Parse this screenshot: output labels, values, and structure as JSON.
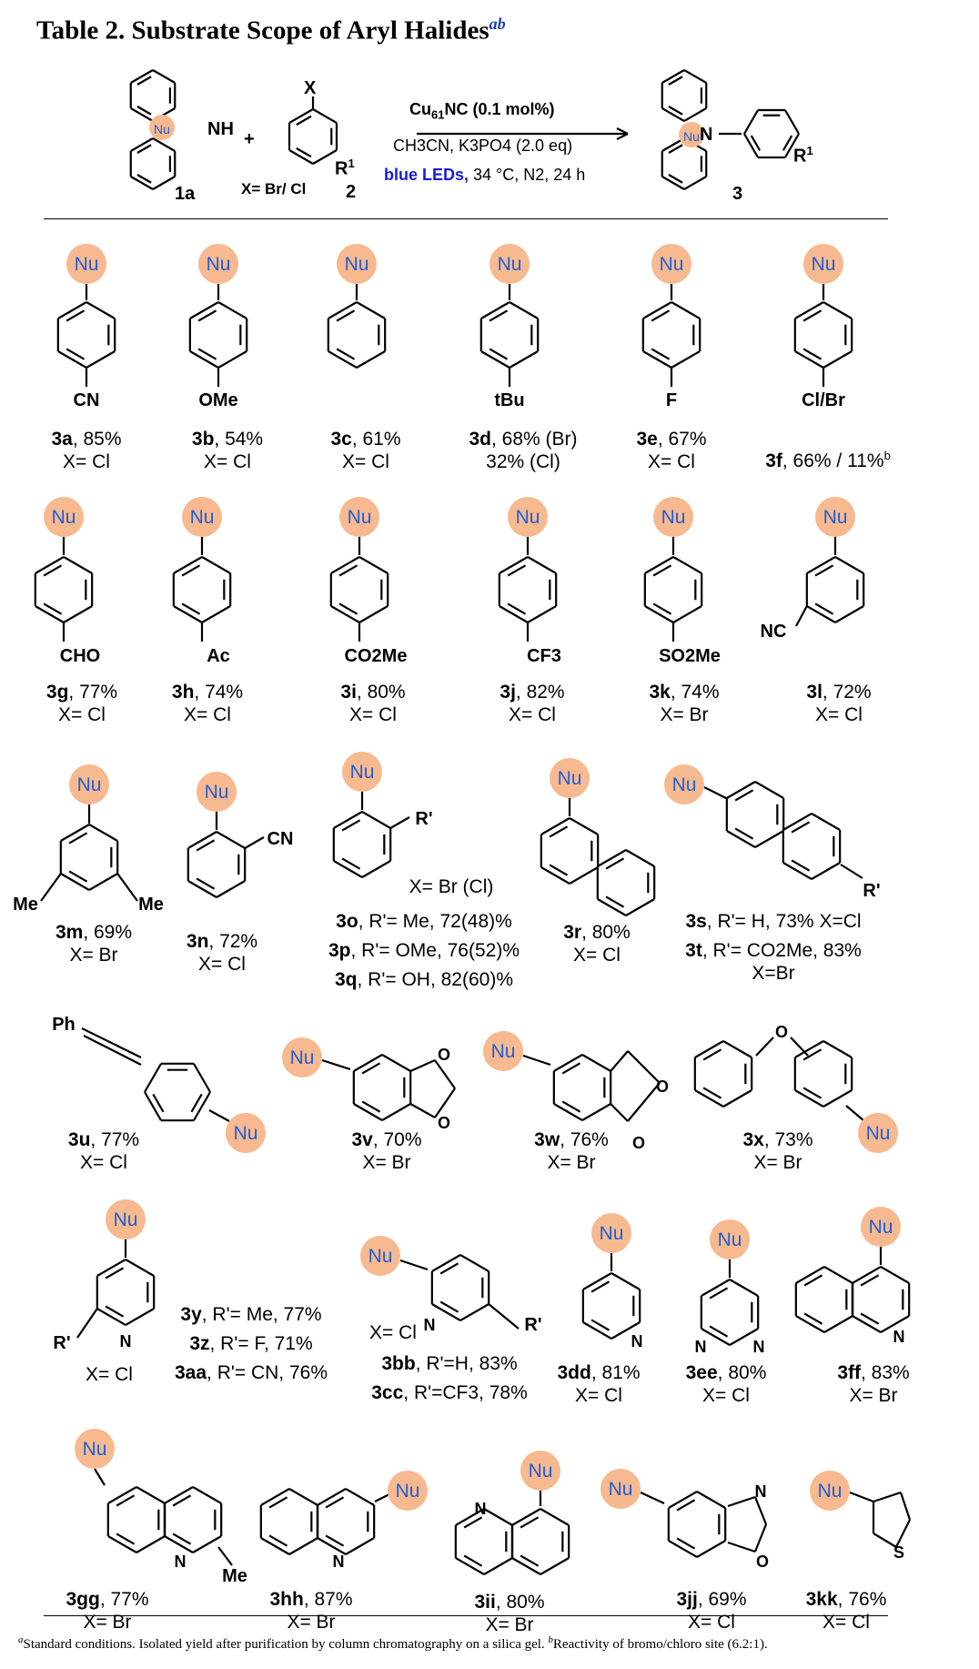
{
  "title": {
    "main": "Table 2. Substrate Scope of Aryl Halides",
    "superscript": "ab"
  },
  "colors": {
    "nucleophile_fill": "#f7b98f",
    "nucleophile_text": "#1f5fd6",
    "blue_leds": "#1a1ad6",
    "title_sup": "#1a3fb0"
  },
  "reaction": {
    "reactant1_label": "1a",
    "nu": "Nu",
    "nh": "NH",
    "plus": "+",
    "x": "X",
    "r1": "R",
    "r1_sup": "1",
    "x_def": "X= Br/ Cl",
    "reactant2_label": "2",
    "catalyst_main": "Cu",
    "catalyst_sub": "61",
    "catalyst_rest": "NC (0.1 mol%)",
    "conditions_1": "CH3CN, K3PO4 (2.0 eq)",
    "conditions_blue": "blue LEDs,",
    "conditions_2": " 34 °C, N2, 24 h",
    "product_label": "3",
    "n": "N"
  },
  "substituents": {
    "cn": "CN",
    "ome": "OMe",
    "tbu": "tBu",
    "f": "F",
    "clbr": "Cl/Br",
    "cho": "CHO",
    "ac": "Ac",
    "co2me": "CO2Me",
    "cf3": "CF3",
    "so2me": "SO2Me",
    "nc": "NC",
    "me": "Me",
    "rprime": "R'",
    "xbrcl": "X= Br (Cl)",
    "ph": "Ph",
    "o": "O",
    "s": "S"
  },
  "products": [
    {
      "id": "3a",
      "text": ", 85%",
      "x": "X= Cl"
    },
    {
      "id": "3b",
      "text": ", 54%",
      "x": "X= Cl"
    },
    {
      "id": "3c",
      "text": ", 61%",
      "x": "X= Cl"
    },
    {
      "id": "3d",
      "text": ", 68% (Br)",
      "x": "32% (Cl)"
    },
    {
      "id": "3e",
      "text": ", 67%",
      "x": "X= Cl"
    },
    {
      "id": "3f",
      "text": ", 66% / 11%",
      "sup": "b"
    },
    {
      "id": "3g",
      "text": ", 77%",
      "x": "X= Cl"
    },
    {
      "id": "3h",
      "text": ", 74%",
      "x": "X= Cl"
    },
    {
      "id": "3i",
      "text": ", 80%",
      "x": "X= Cl"
    },
    {
      "id": "3j",
      "text": ", 82%",
      "x": "X= Cl"
    },
    {
      "id": "3k",
      "text": ", 74%",
      "x": "X= Br"
    },
    {
      "id": "3l",
      "text": ", 72%",
      "x": "X= Cl"
    },
    {
      "id": "3m",
      "text": ", 69%",
      "x": "X= Br"
    },
    {
      "id": "3n",
      "text": ", 72%",
      "x": "X= Cl"
    },
    {
      "id": "3o",
      "text": ", R'= Me, 72(48)%"
    },
    {
      "id": "3p",
      "text": ", R'= OMe, 76(52)%"
    },
    {
      "id": "3q",
      "text": ", R'= OH, 82(60)%"
    },
    {
      "id": "3r",
      "text": ", 80%",
      "x": "X= Cl"
    },
    {
      "id": "3s",
      "text": ", R'= H, 73% X=Cl"
    },
    {
      "id": "3t",
      "text": ", R'= CO2Me, 83%",
      "x": "X=Br"
    },
    {
      "id": "3u",
      "text": ", 77%",
      "x": "X= Cl"
    },
    {
      "id": "3v",
      "text": ", 70%",
      "x": "X= Br"
    },
    {
      "id": "3w",
      "text": ", 76%",
      "x": "X= Br"
    },
    {
      "id": "3x",
      "text": ", 73%",
      "x": "X= Br"
    },
    {
      "id": "3y",
      "text": ", R'= Me, 77%"
    },
    {
      "id": "3z",
      "text": ", R'= F, 71%"
    },
    {
      "id": "3aa",
      "text": ", R'= CN, 76%"
    },
    {
      "id": "3bb",
      "text": ", R'=H, 83%"
    },
    {
      "id": "3cc",
      "text": ", R'=CF3, 78%"
    },
    {
      "id": "3dd",
      "text": ", 81%",
      "x": "X= Cl"
    },
    {
      "id": "3ee",
      "text": ", 80%",
      "x": "X= Cl"
    },
    {
      "id": "3ff",
      "text": ", 83%",
      "x": "X= Br"
    },
    {
      "id": "3gg",
      "text": ", 77%",
      "x": "X= Br"
    },
    {
      "id": "3hh",
      "text": ", 87%",
      "x": "X= Br"
    },
    {
      "id": "3ii",
      "text": ", 80%",
      "x": "X= Br"
    },
    {
      "id": "3jj",
      "text": ", 69%",
      "x": "X= Cl"
    },
    {
      "id": "3kk",
      "text": ", 76%",
      "x": "X= Cl"
    }
  ],
  "misc": {
    "xcl_yaa": "X= Cl",
    "xcl_bb": "X= Cl"
  },
  "footnote": {
    "a_sup": "a",
    "a_text": "Standard conditions. Isolated yield after purification by column chromatography on a silica gel. ",
    "b_sup": "b",
    "b_text": "Reactivity of bromo/chloro site (6.2:1)."
  }
}
